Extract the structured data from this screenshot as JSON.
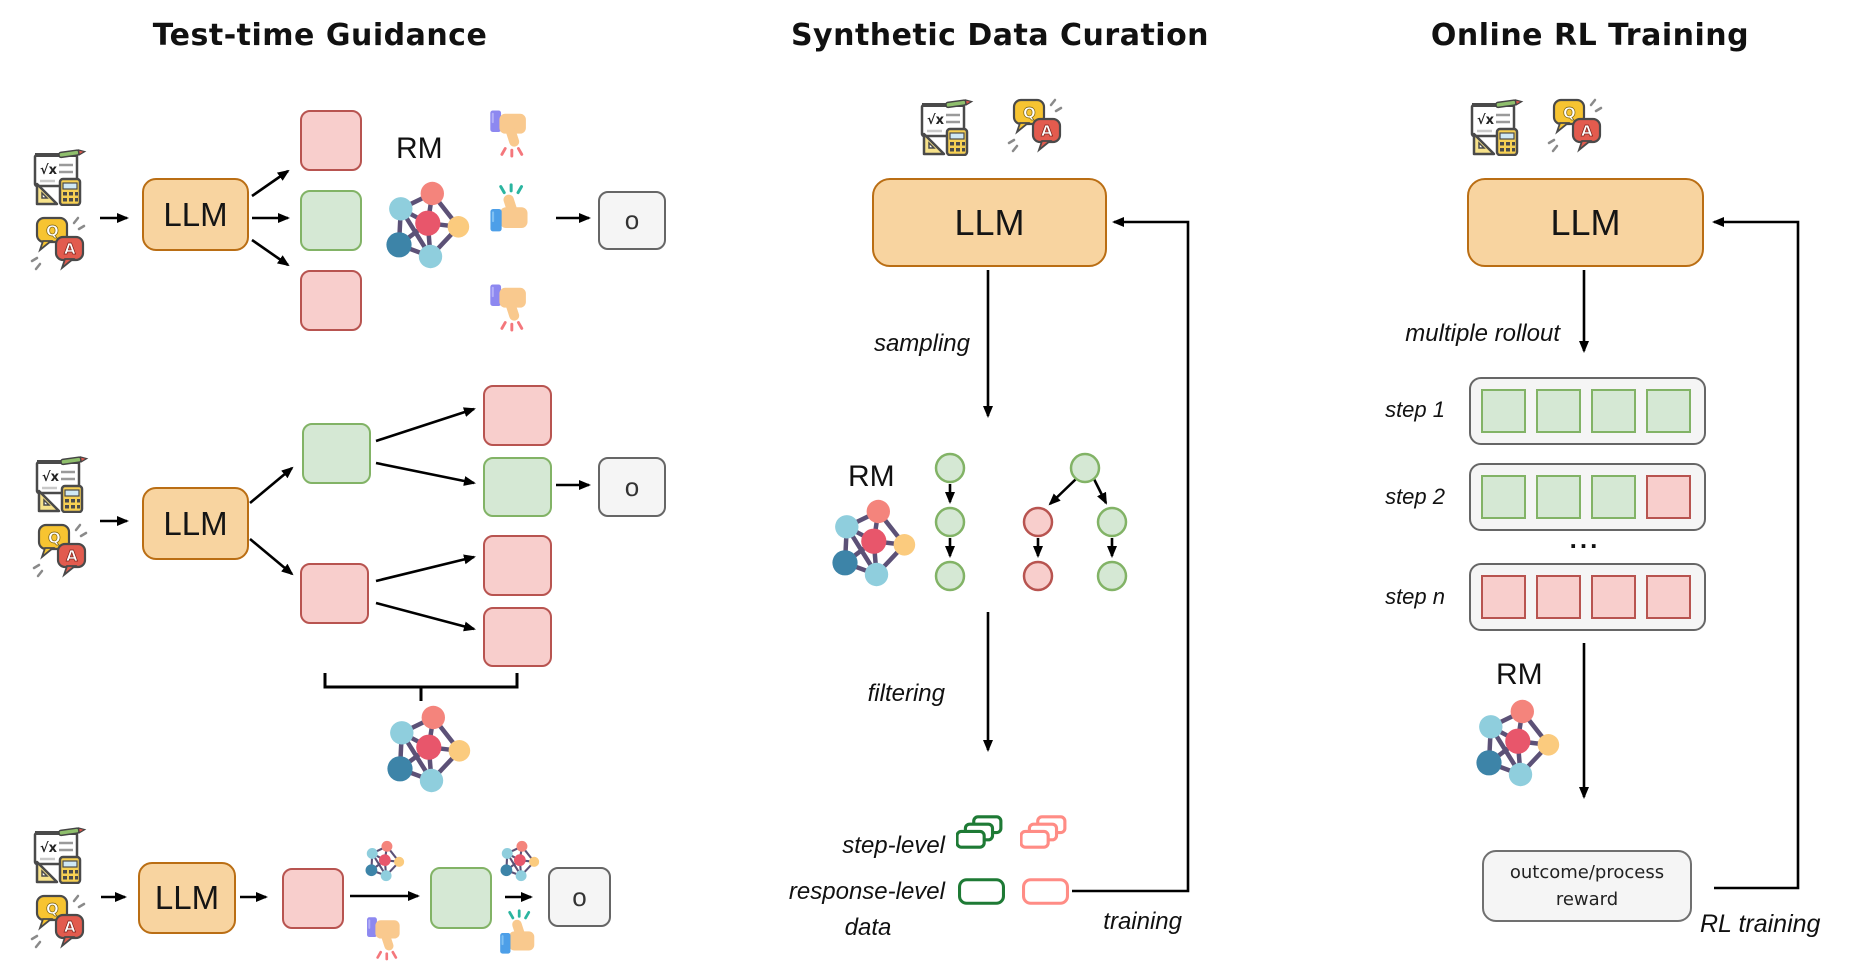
{
  "colors": {
    "accent_orange_fill": "#F8D4A0",
    "accent_orange_stroke": "#BA6E14",
    "bad_red_fill": "#F8CECC",
    "bad_red_stroke": "#B85450",
    "good_green_fill": "#D5E8D4",
    "good_green_stroke": "#82B366",
    "neutral_gray_fill": "#F5F5F5",
    "neutral_gray_stroke": "#666666",
    "step_data_green": "#1E7A35",
    "step_data_red": "#FF8C85",
    "nn_edge": "#5C5177",
    "nn_salmon": "#F4847C",
    "nn_red": "#E8566B",
    "nn_lightblue": "#8FCEDD",
    "nn_darkblue": "#3D84A8",
    "nn_yellow": "#FBCB7E",
    "thumb_up_sleeve": "#4D9FE8",
    "thumb_down_sleeve": "#8D88F0",
    "thumb_skin": "#F9C98E",
    "spark_teal": "#2BB5A0",
    "spark_red": "#F4777C",
    "line_black": "#000000"
  },
  "panels": {
    "left": {
      "title": "Test-time Guidance",
      "llm_label": "LLM",
      "rm_label": "RM",
      "output_label": "o",
      "patterns": {
        "best_of_n_samples": [
          "bad",
          "good",
          "bad"
        ],
        "best_of_n_verdicts": [
          "thumbs-down",
          "thumbs-up",
          "thumbs-down"
        ],
        "tree_level1": [
          "good",
          "bad"
        ],
        "tree_level2": [
          "bad",
          "good",
          "bad",
          "bad"
        ],
        "refinement_sequence": [
          "bad",
          "good"
        ],
        "refinement_verdicts": [
          "thumbs-down",
          "thumbs-up"
        ]
      }
    },
    "middle": {
      "title": "Synthetic Data Curation",
      "llm_label": "LLM",
      "rm_label": "RM",
      "sampling_label": "sampling",
      "filtering_label": "filtering",
      "step_level_label": "step-level",
      "response_level_label": "response-level",
      "data_label": "data",
      "training_label": "training",
      "patterns": {
        "chain": [
          "good",
          "good",
          "good"
        ],
        "tree_root": "good",
        "tree_children": [
          "bad",
          "good"
        ],
        "tree_grandchildren": [
          "bad",
          "good"
        ],
        "step_level_data": [
          "good",
          "bad"
        ],
        "response_level_data": [
          "good",
          "bad"
        ]
      }
    },
    "right": {
      "title": "Online RL Training",
      "llm_label": "LLM",
      "rm_label": "RM",
      "multiple_rollout_label": "multiple rollout",
      "rl_training_label": "RL training",
      "reward_box": {
        "line1": "outcome/process",
        "line2": "reward"
      },
      "rollout": {
        "ellipsis": "...",
        "rows": [
          {
            "label": "step 1",
            "cells": [
              "good",
              "good",
              "good",
              "good"
            ]
          },
          {
            "label": "step 2",
            "cells": [
              "good",
              "good",
              "good",
              "bad"
            ]
          },
          {
            "label": "step n",
            "cells": [
              "bad",
              "bad",
              "bad",
              "bad"
            ]
          }
        ]
      }
    }
  }
}
